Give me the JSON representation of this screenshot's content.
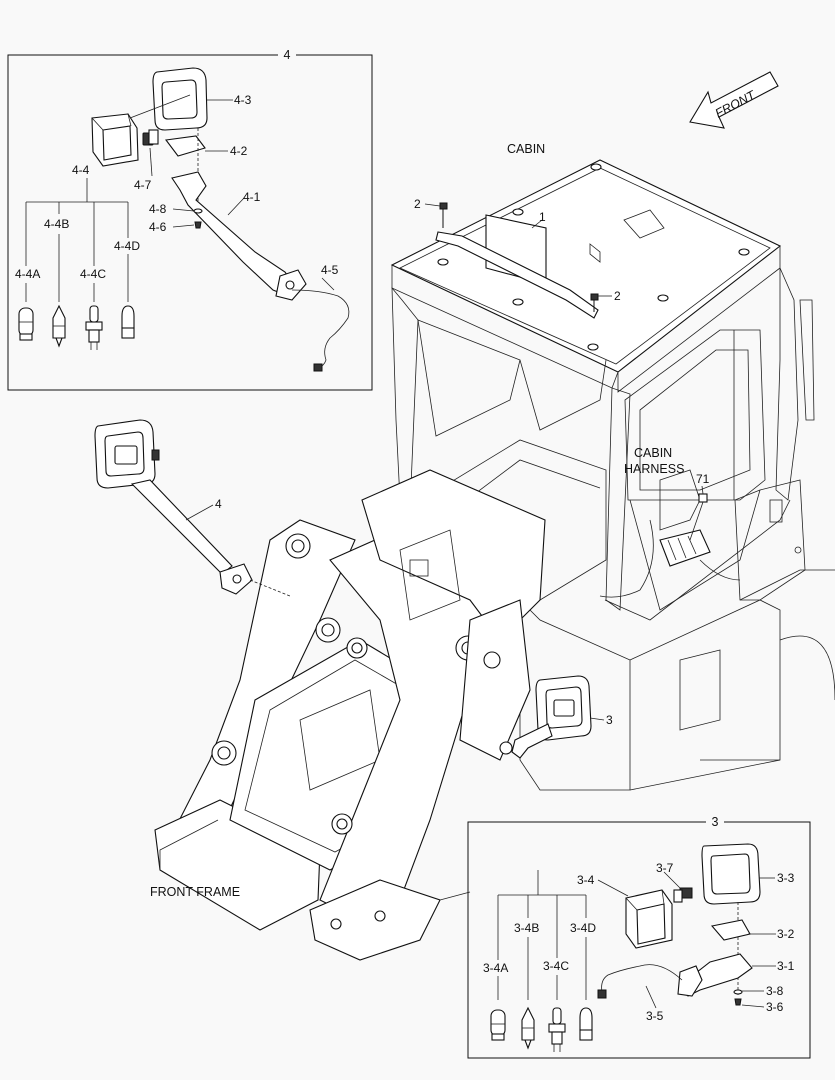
{
  "callouts": {
    "box4_title": "4",
    "box3_title": "3",
    "p4_3": "4-3",
    "p4_2": "4-2",
    "p4_4": "4-4",
    "p4_7": "4-7",
    "p4_1": "4-1",
    "p4_8": "4-8",
    "p4_6": "4-6",
    "p4_4B": "4-4B",
    "p4_4D": "4-4D",
    "p4_4A": "4-4A",
    "p4_4C": "4-4C",
    "p4_5": "4-5",
    "p1": "1",
    "p2a": "2",
    "p2b": "2",
    "p4": "4",
    "p3": "3",
    "p71": "71",
    "p3_4": "3-4",
    "p3_7": "3-7",
    "p3_3": "3-3",
    "p3_2": "3-2",
    "p3_1": "3-1",
    "p3_4B": "3-4B",
    "p3_4D": "3-4D",
    "p3_4A": "3-4A",
    "p3_4C": "3-4C",
    "p3_8": "3-8",
    "p3_6": "3-6",
    "p3_5": "3-5"
  },
  "labels": {
    "front": "FRONT",
    "cabin": "CABIN",
    "cabin_harness_1": "CABIN",
    "cabin_harness_2": "HARNESS",
    "front_frame": "FRONT FRAME"
  }
}
